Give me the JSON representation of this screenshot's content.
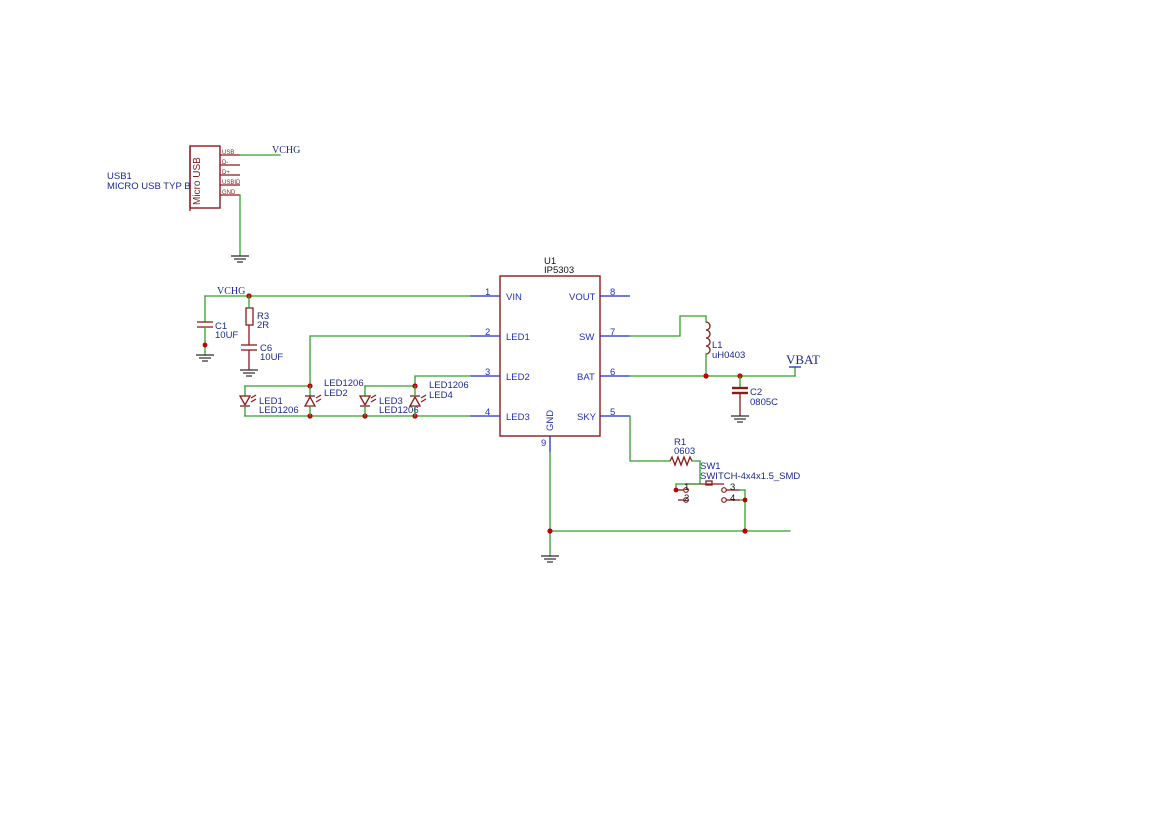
{
  "nets": {
    "vchg": "VCHG",
    "vbat": "VBAT"
  },
  "usb1": {
    "ref": "USB1",
    "value": "MICRO USB TYP B",
    "body_label": "Micro USB",
    "pins": [
      "USB",
      "D-",
      "D+",
      "USBID",
      "GND"
    ]
  },
  "u1": {
    "ref": "U1",
    "value": "IP5303",
    "pins": [
      {
        "num": "1",
        "name": "VIN"
      },
      {
        "num": "2",
        "name": "LED1"
      },
      {
        "num": "3",
        "name": "LED2"
      },
      {
        "num": "4",
        "name": "LED3"
      },
      {
        "num": "8",
        "name": "VOUT"
      },
      {
        "num": "7",
        "name": "SW"
      },
      {
        "num": "6",
        "name": "BAT"
      },
      {
        "num": "5",
        "name": "SKY"
      },
      {
        "num": "9",
        "name": "GND"
      }
    ]
  },
  "components": {
    "c1": {
      "ref": "C1",
      "value": "10UF"
    },
    "r3": {
      "ref": "R3",
      "value": "2R"
    },
    "c6": {
      "ref": "C6",
      "value": "10UF"
    },
    "led1": {
      "ref": "LED1",
      "value": "LED1206"
    },
    "led2": {
      "ref": "LED2",
      "value": "LED1206"
    },
    "led3": {
      "ref": "LED3",
      "value": "LED1206"
    },
    "led4": {
      "ref": "LED4",
      "value": "LED1206"
    },
    "l1": {
      "ref": "L1",
      "value": "uH0403"
    },
    "c2": {
      "ref": "C2",
      "value": "0805C"
    },
    "r1": {
      "ref": "R1",
      "value": "0603"
    },
    "sw1": {
      "ref": "SW1",
      "value": "SWITCH-4x4x1.5_SMD",
      "pins": [
        "1",
        "2",
        "3",
        "4"
      ]
    }
  }
}
